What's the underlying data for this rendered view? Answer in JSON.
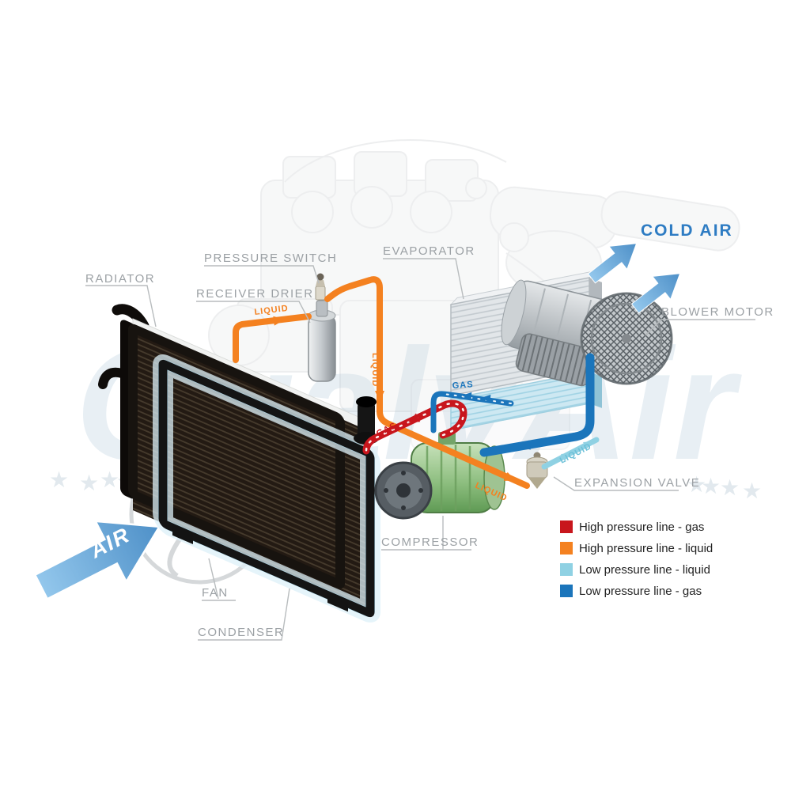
{
  "watermark": {
    "brand": "QualyAir",
    "star": "★"
  },
  "labels": {
    "radiator": "RADIATOR",
    "pressure_switch": "PRESSURE SWITCH",
    "receiver_drier": "RECEIVER DRIER",
    "evaporator": "EVAPORATOR",
    "cold_air": "COLD AIR",
    "blower_motor": "BLOWER MOTOR",
    "expansion_valve": "EXPANSION VALVE",
    "compressor": "COMPRESSOR",
    "fan": "FAN",
    "condenser": "CONDENSER",
    "air": "AIR"
  },
  "flow": {
    "liquid": "LIQUID",
    "gas": "GAS"
  },
  "legend": {
    "items": [
      {
        "label": "High pressure line - gas",
        "color": "#c8161d"
      },
      {
        "label": "High pressure line - liquid",
        "color": "#f48120"
      },
      {
        "label": "Low pressure line - liquid",
        "color": "#8fd1e3"
      },
      {
        "label": "Low pressure line -  gas",
        "color": "#1b75bb"
      }
    ]
  },
  "colors": {
    "high_gas": "#c8161d",
    "high_liquid": "#f48120",
    "low_liquid": "#8fd1e3",
    "low_gas": "#1b75bb",
    "cold_air_text": "#2e7cc3",
    "label_gray": "#9ca1a5"
  }
}
